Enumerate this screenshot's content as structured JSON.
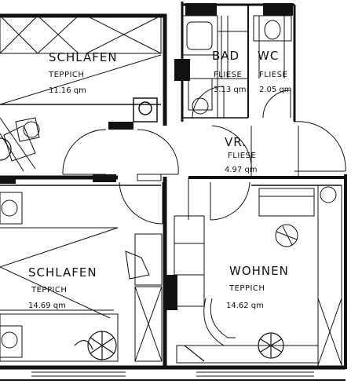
{
  "rooms": [
    {
      "id": "schlafen-top",
      "name": "SCHLAFEN",
      "floor": "TEPPICH",
      "area": "11.16 qm"
    },
    {
      "id": "bad",
      "name": "BAD",
      "floor": "FLIESE",
      "area": "3.13 qm"
    },
    {
      "id": "wc",
      "name": "WC",
      "floor": "FLIESE",
      "area": "2.05 qm"
    },
    {
      "id": "vr",
      "name": "VR.",
      "floor": "FLIESE",
      "area": "4.97 qm"
    },
    {
      "id": "schlafen-bottom",
      "name": "SCHLAFEN",
      "floor": "TEPPICH",
      "area": "14.69 qm"
    },
    {
      "id": "wohnen",
      "name": "WOHNEN",
      "floor": "TEPPICH",
      "area": "14.62 qm"
    }
  ]
}
